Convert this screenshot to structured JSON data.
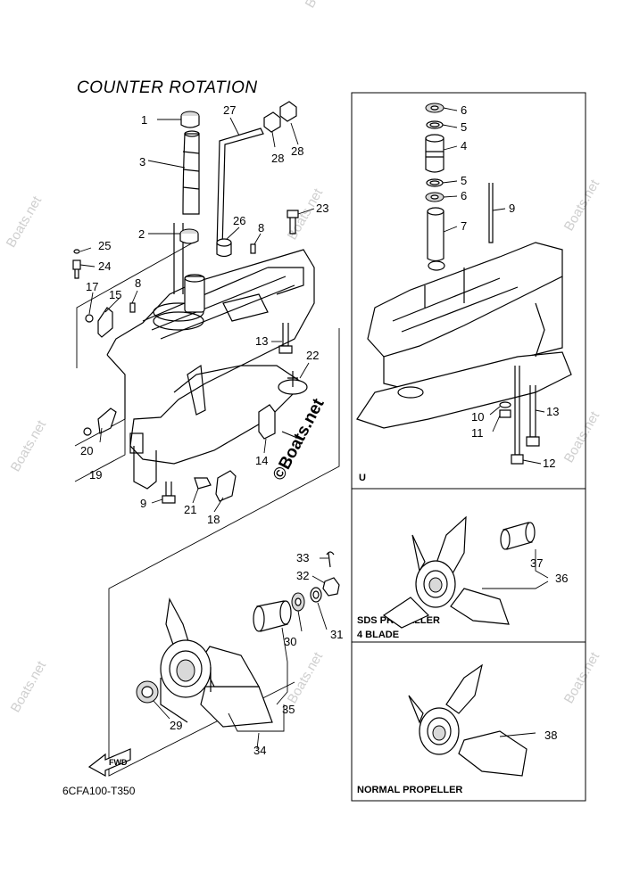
{
  "title": "COUNTER  ROTATION",
  "drawing_code": "6CFA100-T350",
  "watermark": "Boats.net",
  "watermark_main": "©Boats.net",
  "panels": {
    "u_label": "U",
    "sds_label_line1": "SDS PROPELLER",
    "sds_label_line2": "4 BLADE",
    "normal_label": "NORMAL PROPELLER"
  },
  "fwd_label": "FWD",
  "callouts": {
    "c1": "1",
    "c2": "2",
    "c3": "3",
    "c4": "4",
    "c5a": "5",
    "c5b": "5",
    "c6a": "6",
    "c6b": "6",
    "c7": "7",
    "c8a": "8",
    "c8b": "8",
    "c9a": "9",
    "c9b": "9",
    "c10": "10",
    "c11": "11",
    "c12": "12",
    "c13a": "13",
    "c13b": "13",
    "c14": "14",
    "c15": "15",
    "c17": "17",
    "c18": "18",
    "c19": "19",
    "c20": "20",
    "c21": "21",
    "c22": "22",
    "c23": "23",
    "c24": "24",
    "c25": "25",
    "c26": "26",
    "c27": "27",
    "c28a": "28",
    "c28b": "28",
    "c29": "29",
    "c30": "30",
    "c31": "31",
    "c32": "32",
    "c33": "33",
    "c34": "34",
    "c35": "35",
    "c36": "36",
    "c37": "37",
    "c38": "38"
  }
}
